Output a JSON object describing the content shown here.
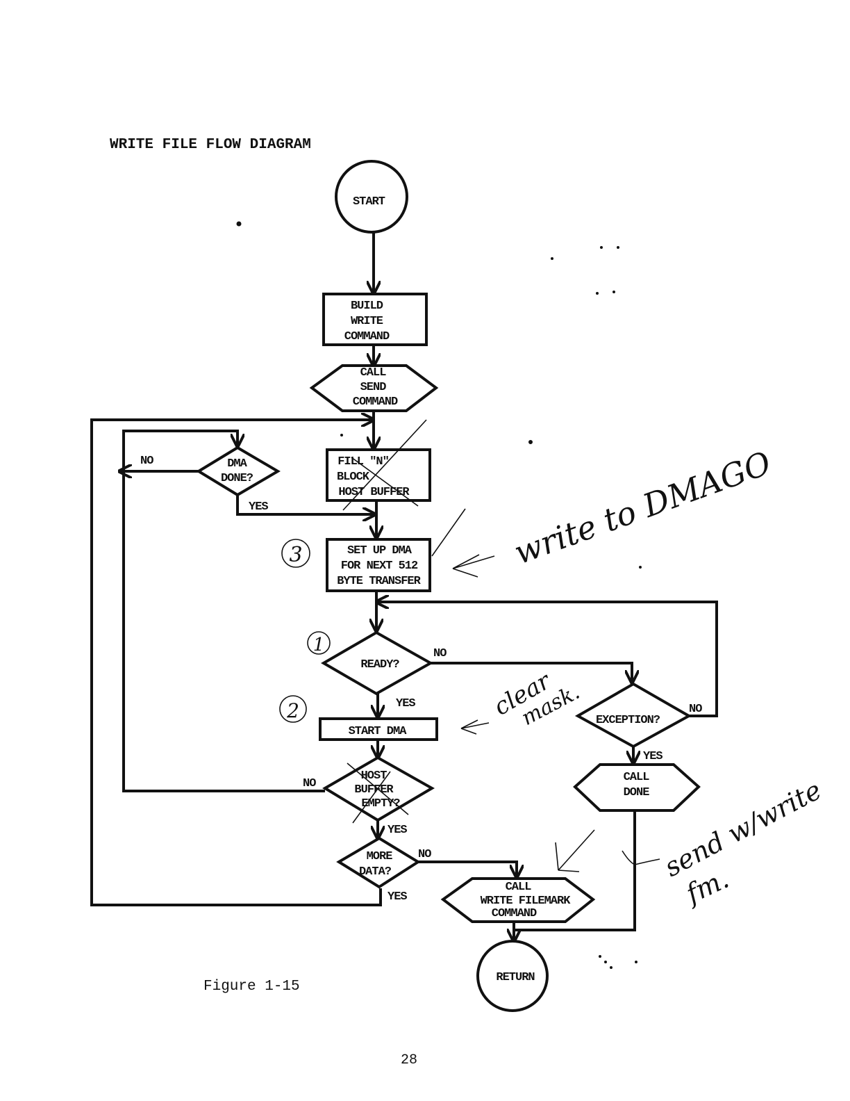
{
  "title": "WRITE FILE FLOW DIAGRAM",
  "caption": "Figure 1-15",
  "page_number": "28",
  "nodes": {
    "start": "START",
    "build_write": [
      "BUILD",
      "WRITE",
      "COMMAND"
    ],
    "call_send": [
      "CALL",
      "SEND",
      "COMMAND"
    ],
    "fill_block": [
      "FILL \"N\"",
      "BLOCK",
      "HOST BUFFER"
    ],
    "dma_done": [
      "DMA",
      "DONE?"
    ],
    "setup_dma": [
      "SET UP DMA",
      "FOR NEXT 512",
      "BYTE TRANSFER"
    ],
    "ready": "READY?",
    "start_dma": "START DMA",
    "exception": "EXCEPTION?",
    "call_done": [
      "CALL",
      "DONE"
    ],
    "host_buffer_empty": [
      "HOST",
      "BUFFER",
      "EMPTY?"
    ],
    "more_data": [
      "MORE",
      "DATA?"
    ],
    "write_filemark": [
      "CALL",
      "WRITE FILEMARK",
      "COMMAND"
    ],
    "return": "RETURN"
  },
  "edge_labels": {
    "dma_done_no": "NO",
    "dma_done_yes": "YES",
    "ready_no": "NO",
    "ready_yes": "YES",
    "exception_no": "NO",
    "exception_yes": "YES",
    "host_empty_no": "NO",
    "host_empty_yes": "YES",
    "more_data_no": "NO",
    "more_data_yes": "YES"
  },
  "annotations": {
    "write_to_dmago": "write to DMAGO",
    "clear_mask": [
      "clear",
      "mask."
    ],
    "send_with_write": [
      "send w/write",
      "fm."
    ],
    "marker_3": "3",
    "marker_1": "1",
    "marker_2": "2"
  }
}
